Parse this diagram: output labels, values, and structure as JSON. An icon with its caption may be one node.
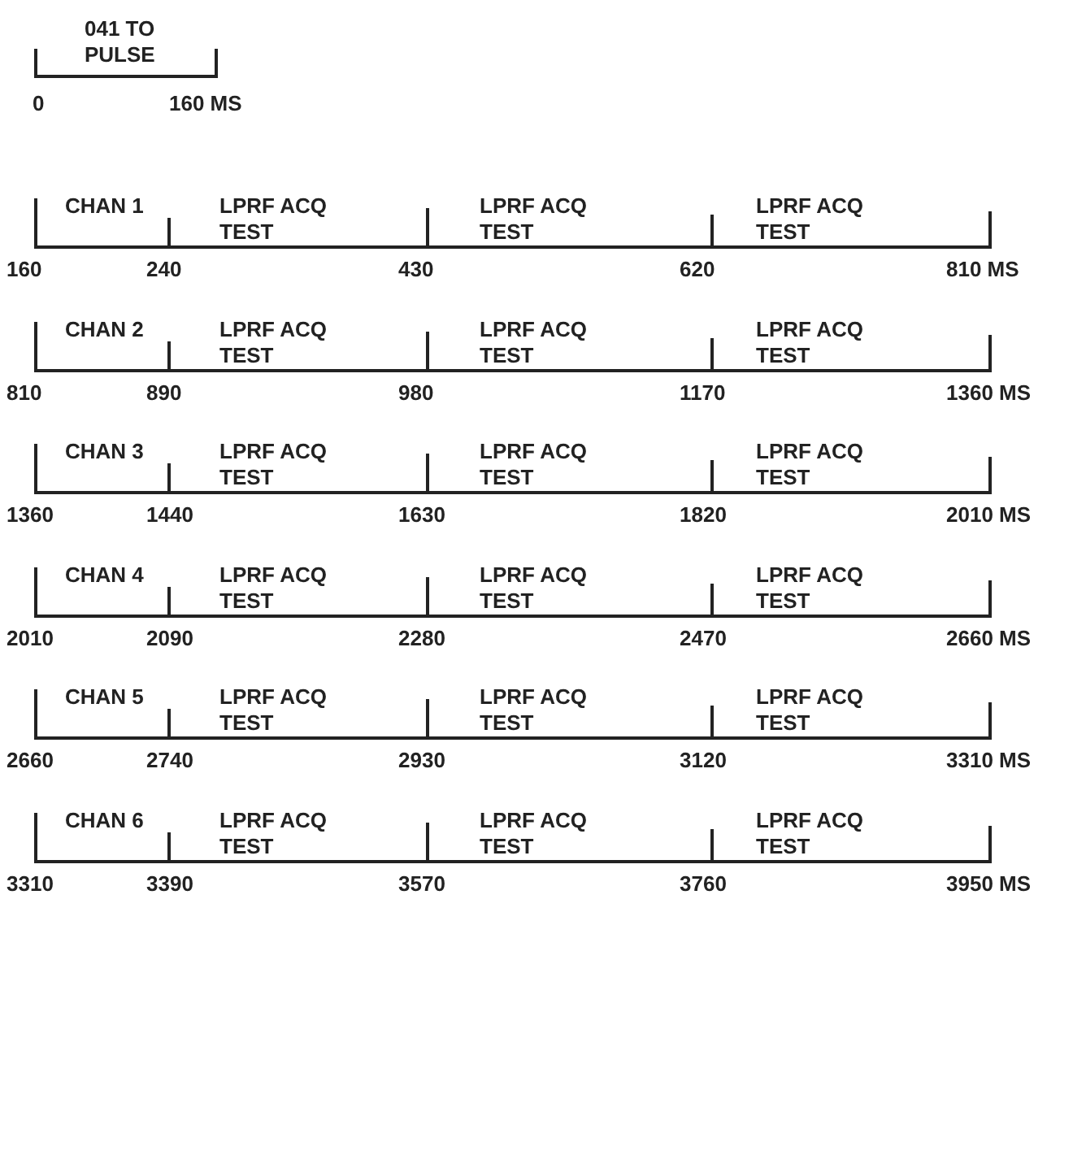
{
  "diagram": {
    "labels": [
      "041 TO PULSE",
      "0",
      "160 MS",
      "CHAN 1",
      "LPRF ACQ TEST",
      "LPRF ACQ TEST",
      "LPRF ACQ TEST",
      "160",
      "240",
      "430",
      "620",
      "810 MS",
      "CHAN 2",
      "LPRF ACQ TEST",
      "LPRF ACQ TEST",
      "LPRF ACQ TEST",
      "810",
      "890",
      "980",
      "1170",
      "1360 MS",
      "CHAN 3",
      "LPRF ACQ TEST",
      "LPRF ACQ TEST",
      "LPRF ACQ TEST",
      "1360",
      "1440",
      "1630",
      "1820",
      "2010 MS",
      "CHAN 4",
      "LPRF ACQ TEST",
      "LPRF ACQ TEST",
      "LPRF ACQ TEST",
      "2010",
      "2090",
      "2280",
      "2470",
      "2660 MS",
      "CHAN 5",
      "LPRF ACQ TEST",
      "LPRF ACQ TEST",
      "LPRF ACQ TEST",
      "2660",
      "2740",
      "2930",
      "3120",
      "3310 MS",
      "CHAN 6",
      "LPRF ACQ TEST",
      "LPRF ACQ TEST",
      "LPRF ACQ TEST",
      "3310",
      "3390",
      "3570",
      "3760",
      "3950 MS"
    ]
  }
}
